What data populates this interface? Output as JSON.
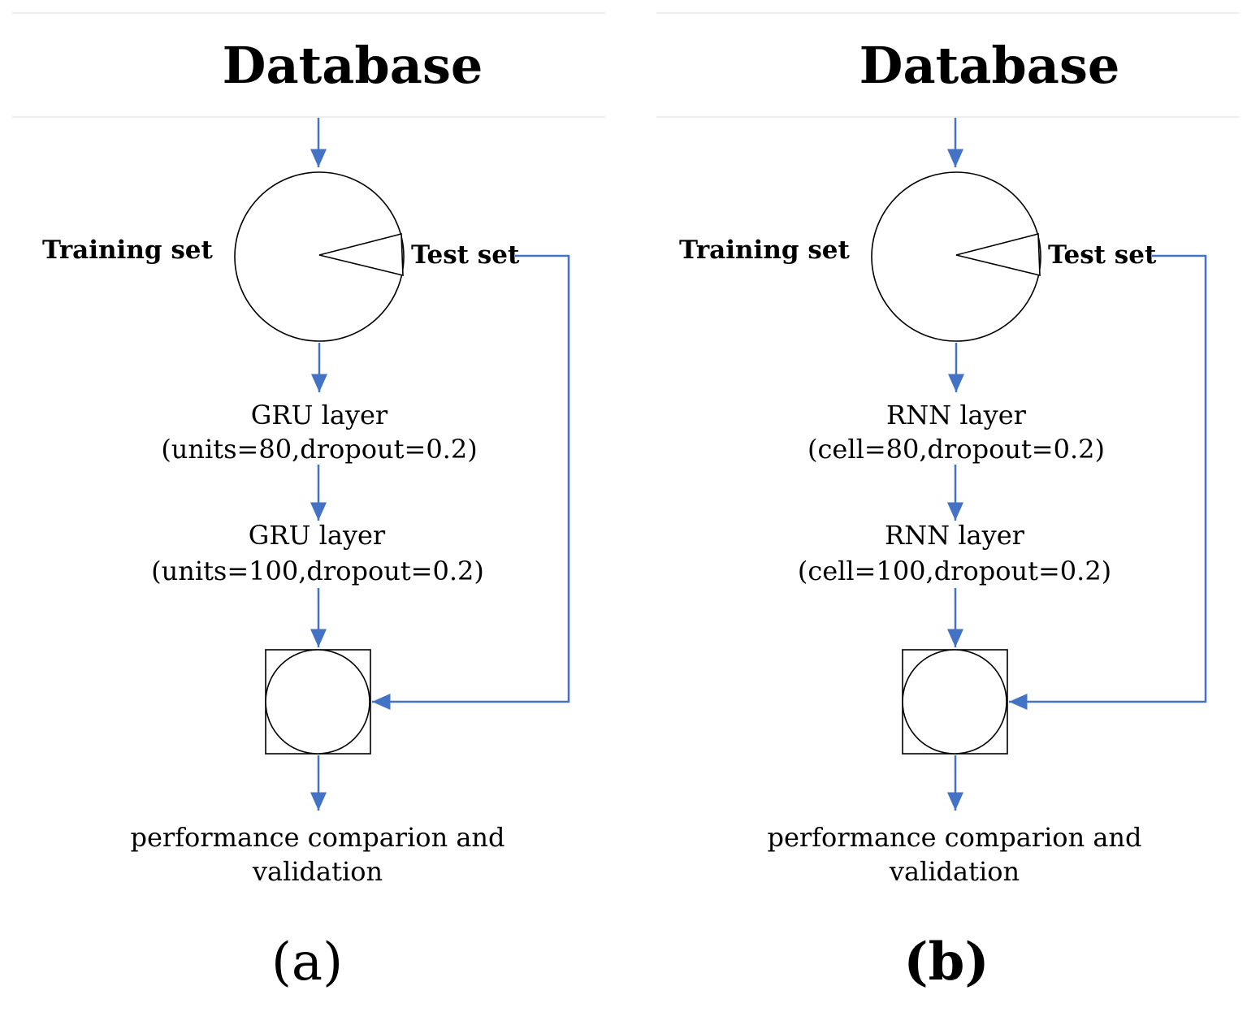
{
  "panels": [
    {
      "database_title": "Database",
      "training_label": "Training set",
      "test_label": "Test set",
      "layer1_name": "GRU layer",
      "layer1_params": "(units=80,dropout=0.2)",
      "layer2_name": "GRU layer",
      "layer2_params": "(units=100,dropout=0.2)",
      "output_line1": "performance comparion and",
      "output_line2": "validation",
      "tag": "(a)"
    },
    {
      "database_title": "Database",
      "training_label": "Training set",
      "test_label": "Test set",
      "layer1_name": "RNN layer",
      "layer1_params": "(cell=80,dropout=0.2)",
      "layer2_name": "RNN layer",
      "layer2_params": "(cell=100,dropout=0.2)",
      "output_line1": "performance comparion and",
      "output_line2": "validation",
      "tag": "(b)"
    }
  ],
  "colors": {
    "arrow": "#4472c4",
    "shape_stroke": "#000000",
    "background": "#ffffff"
  }
}
